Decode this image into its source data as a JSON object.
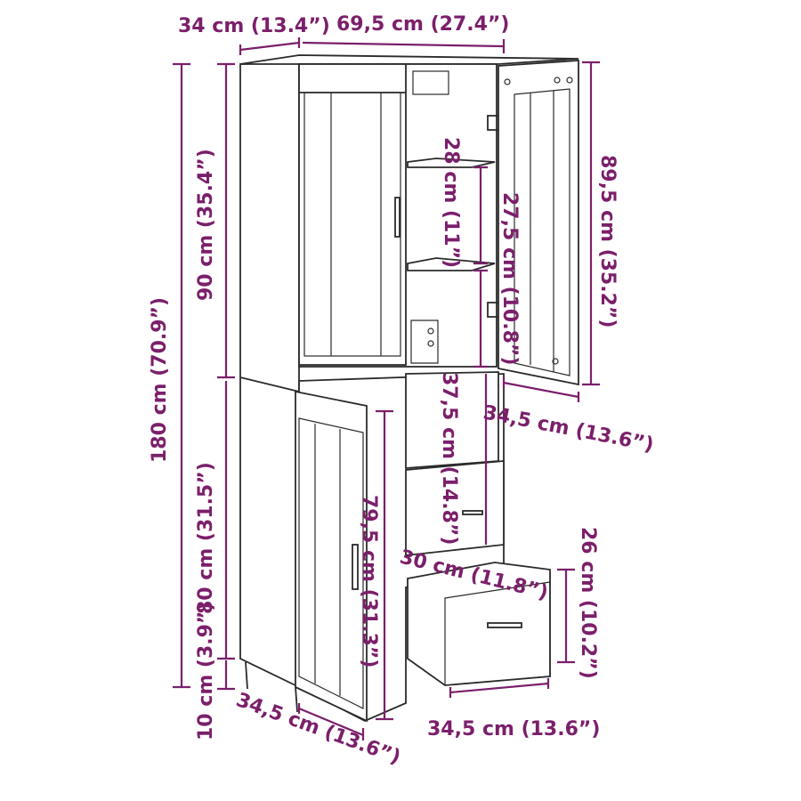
{
  "colors": {
    "dimension": "#7b1f6b",
    "outline": "#2b2b2b",
    "background": "#ffffff"
  },
  "labels": {
    "top_depth": "34 cm (13.4”)",
    "top_width": "69,5 cm (27.4”)",
    "total_height": "180 cm (70.9”)",
    "upper_height": "90 cm (35.4”)",
    "lower_height": "80 cm (31.5”)",
    "leg_height": "10 cm (3.9”)",
    "shelf_upper": "28 cm (11”)",
    "shelf_lower": "27,5 cm (10.8”)",
    "door_height": "89,5 cm (35.2”)",
    "door_width": "34,5 cm (13.6”)",
    "drawer_front_height": "37,5 cm (14.8”)",
    "lower_compartment": "79,5 cm (31.3”)",
    "drawer_depth": "30 cm (11.8”)",
    "drawer_height": "26 cm (10.2”)",
    "drawer_width": "34,5 cm (13.6”)",
    "bottom_depth": "34,5 cm (13.6”)"
  }
}
